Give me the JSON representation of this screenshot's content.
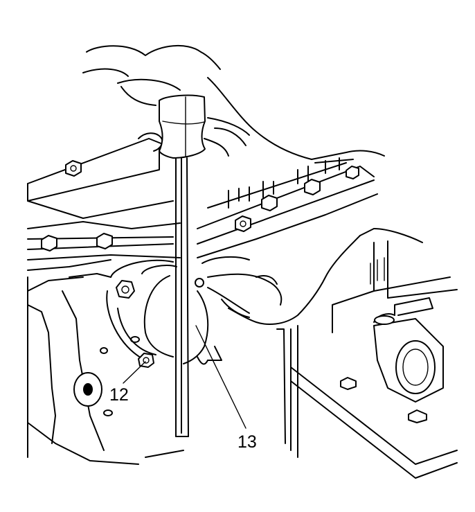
{
  "callouts": [
    {
      "id": "12",
      "label": "12"
    },
    {
      "id": "13",
      "label": "13"
    }
  ],
  "colors": {
    "line": "#000000",
    "background": "#ffffff"
  }
}
